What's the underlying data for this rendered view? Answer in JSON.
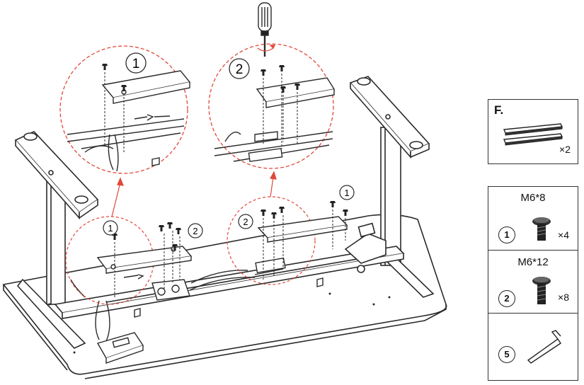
{
  "steps": {
    "step1": "1",
    "step2": "2"
  },
  "parts": {
    "f": {
      "letter": "F.",
      "qty": "×2"
    },
    "m8": {
      "size": "M6*8",
      "badge": "1",
      "qty": "×4"
    },
    "m12": {
      "size": "M6*12",
      "badge": "2",
      "qty": "×8"
    },
    "hex": {
      "badge": "5"
    }
  },
  "colors": {
    "line": "#2a2a2a",
    "callout": "#e0483a"
  }
}
